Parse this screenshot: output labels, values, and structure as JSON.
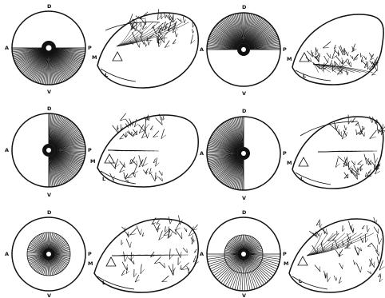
{
  "figure": {
    "panels": [
      {
        "id": "p1",
        "labels": {
          "top": "D",
          "bottom": "V",
          "left": "A",
          "right": "P",
          "inner_m": "M",
          "inner_l": "L"
        },
        "disc_pattern": "ventral-half",
        "roof_pattern": "dorsal-fan"
      },
      {
        "id": "p2",
        "labels": {
          "top": "D",
          "bottom": "V",
          "left": "A",
          "right": "P",
          "inner_m": "M",
          "inner_l": "L"
        },
        "disc_pattern": "dorsal-half",
        "roof_pattern": "ventral-fan"
      },
      {
        "id": "p3",
        "labels": {
          "top": "D",
          "bottom": "V",
          "left": "A",
          "right": "P",
          "inner_m": "M",
          "inner_l": "L"
        },
        "disc_pattern": "posterior-half",
        "roof_pattern": "two-clusters"
      },
      {
        "id": "p4",
        "labels": {
          "top": "D",
          "bottom": "V",
          "left": "A",
          "right": "P",
          "inner_m": "M",
          "inner_l": "L"
        },
        "disc_pattern": "anterior-half",
        "roof_pattern": "two-clusters-posterior"
      },
      {
        "id": "p5",
        "labels": {
          "top": "D",
          "bottom": "V",
          "left": "A",
          "right": "P",
          "inner_m": "M",
          "inner_l": "L"
        },
        "disc_pattern": "center-ring",
        "roof_pattern": "full-spread"
      },
      {
        "id": "p6",
        "labels": {
          "top": "D",
          "bottom": "V",
          "left": "A",
          "right": "P",
          "inner_m": "M",
          "inner_l": "L"
        },
        "disc_pattern": "center-ring-ventral",
        "roof_pattern": "full-spread-dorsal"
      }
    ]
  }
}
